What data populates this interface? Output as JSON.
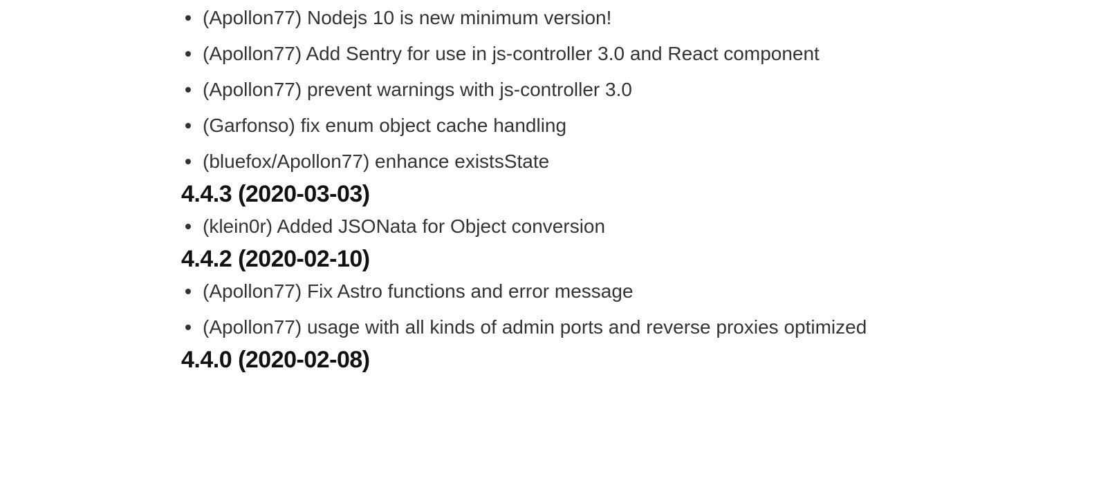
{
  "sections": [
    {
      "heading": "",
      "items": [
        "(Apollon77) Nodejs 10 is new minimum version!",
        "(Apollon77) Add Sentry for use in js-controller 3.0 and React component",
        "(Apollon77) prevent warnings with js-controller 3.0",
        "(Garfonso) fix enum object cache handling",
        "(bluefox/Apollon77) enhance existsState"
      ]
    },
    {
      "heading": "4.4.3 (2020-03-03)",
      "items": [
        "(klein0r) Added JSONata for Object conversion"
      ]
    },
    {
      "heading": "4.4.2 (2020-02-10)",
      "items": [
        "(Apollon77) Fix Astro functions and error message",
        "(Apollon77) usage with all kinds of admin ports and reverse proxies optimized"
      ]
    },
    {
      "heading": "4.4.0 (2020-02-08)",
      "items": []
    }
  ]
}
